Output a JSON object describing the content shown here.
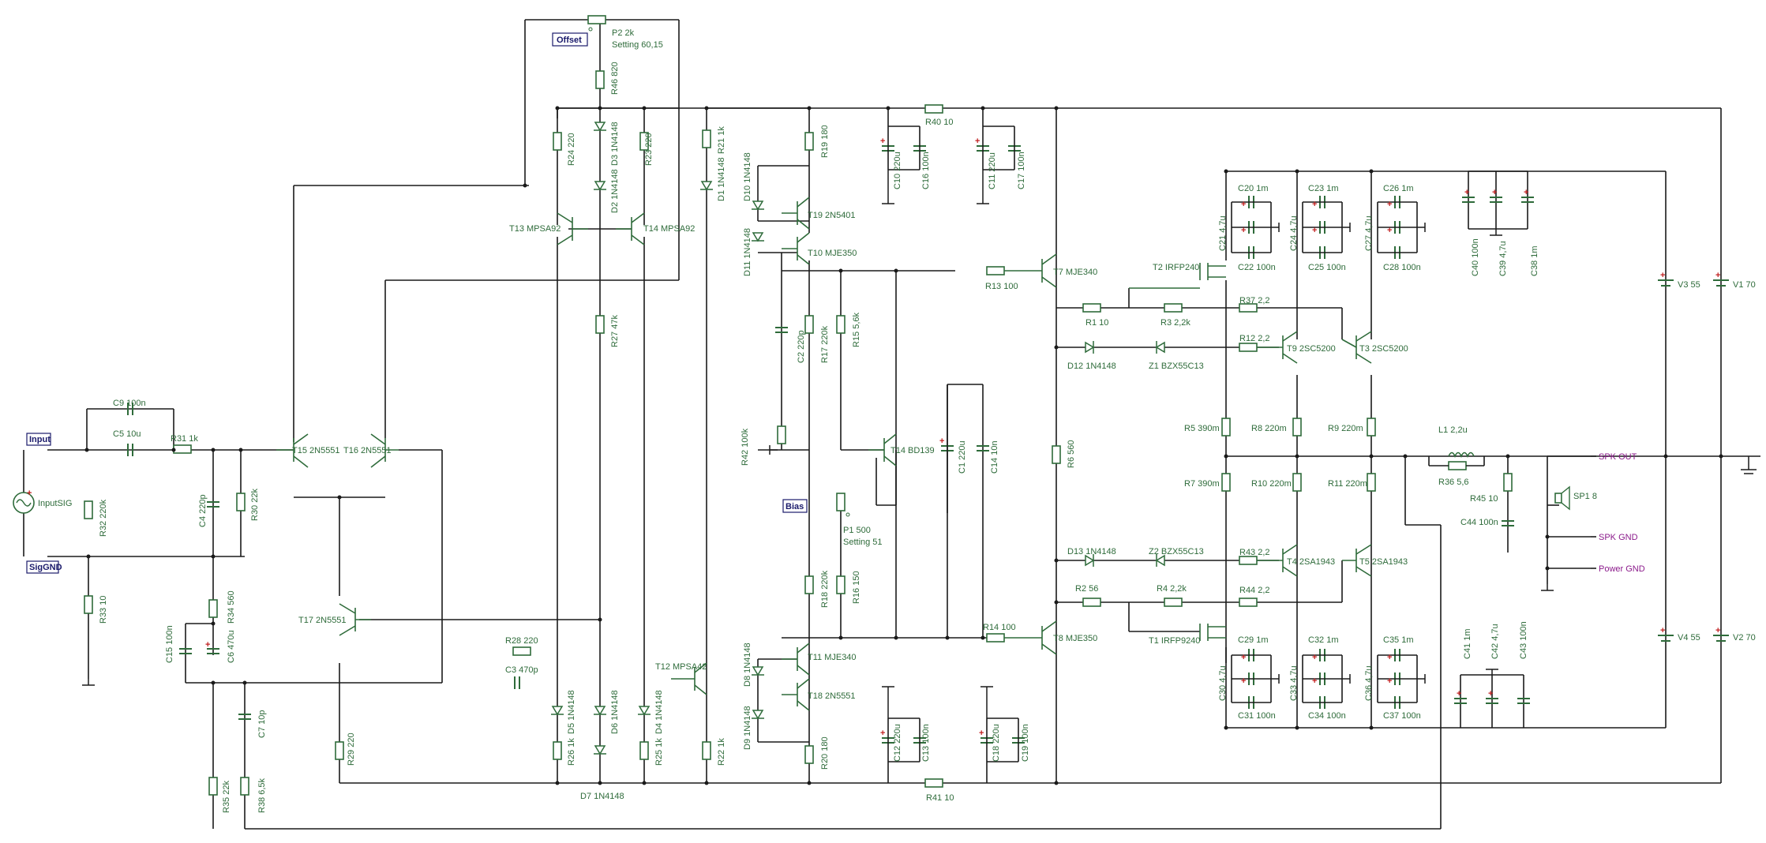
{
  "labels": {
    "offset": "Offset",
    "bias": "Bias",
    "input": "Input",
    "siggnd": "SigGND",
    "inputsig": "InputSIG",
    "spkout": "SPK OUT",
    "spkgnd": "SPK GND",
    "pwrgnd": "Power GND"
  },
  "components": {
    "P2": "P2 2k",
    "P2s": "Setting 60,15",
    "R46": "R46 820",
    "R24": "R24 220",
    "D3": "D3 1N4148",
    "R23": "R23 220",
    "D2": "D2 1N4148",
    "T13": "T13 MPSA92",
    "T14": "T14 MPSA92",
    "R27": "R27 47k",
    "R21": "R21 1k",
    "D1": "D1 1N4148",
    "D10": "D10 1N4148",
    "R19": "R19 180",
    "T19": "T19 2N5401",
    "T10": "T10 MJE350",
    "D11": "D11 1N4148",
    "R40": "R40 10",
    "C10": "C10 220u",
    "C16": "C16 100n",
    "C11": "C11 220u",
    "C17": "C17 100n",
    "C9": "C9 100n",
    "C5": "C5 10u",
    "R31": "R31 1k",
    "R32": "R32 220k",
    "C4": "C4 220p",
    "R30": "R30 22k",
    "R33": "R33 10",
    "T15": "T15 2N5551",
    "T16": "T16 2N5551",
    "C2": "C2 220p",
    "R17": "R17 220k",
    "R15": "R15 5,6k",
    "R13": "R13 100",
    "T7": "T7 MJE340",
    "R42": "R42 100k",
    "T14b": "T14 BD139",
    "C1": "C1 220u",
    "C14": "C14 10n",
    "R6": "R6 560",
    "P1": "P1 500",
    "P1s": "Setting 51",
    "C15": "C15 100n",
    "C6": "C6 470u",
    "R34": "R34 560",
    "T17": "T17 2N5551",
    "R28": "R28 220",
    "C3": "C3 470p",
    "T12": "T12 MPSA42",
    "D8": "D8 1N4148",
    "T11": "T11 MJE340",
    "T18": "T18 2N5551",
    "R18": "R18 220k",
    "R16": "R16 150",
    "R14": "R14 100",
    "T8": "T8 MJE350",
    "C7": "C7 10p",
    "D5": "D5 1N4148",
    "D6": "D6 1N4148",
    "D4": "D4 1N4148",
    "D9": "D9 1N4148",
    "R29": "R29 220",
    "R26": "R26 1k",
    "R25": "R25 1k",
    "R22": "R22 1k",
    "R20": "R20 180",
    "C12": "C12 220u",
    "C13": "C13 100n",
    "C18": "C18 220u",
    "C19": "C19 100n",
    "R35": "R35 22k",
    "R38": "R38 6,5k",
    "D7": "D7 1N4148",
    "R41": "R41 10",
    "C20": "C20 1m",
    "C23": "C23 1m",
    "C26": "C26 1m",
    "C21": "C21 4,7u",
    "C24": "C24 4,7u",
    "C27": "C27 4,7u",
    "C22": "C22 100n",
    "C25": "C25 100n",
    "C28": "C28 100n",
    "C40": "C40 100n",
    "C39": "C39 4,7u",
    "C38": "C38 1m",
    "V3": "V3 55",
    "V1": "V1 70",
    "T2": "T2 IRFP240",
    "R1": "R1 10",
    "R3": "R3 2,2k",
    "R37": "R37 2,2",
    "R12": "R12 2,2",
    "T9": "T9 2SC5200",
    "T3": "T3 2SC5200",
    "D12": "D12 1N4148",
    "Z1": "Z1 BZX55C13",
    "R5": "R5 390m",
    "R8": "R8 220m",
    "R9": "R9 220m",
    "L1": "L1 2,2u",
    "R36": "R36 5,6",
    "R7": "R7 390m",
    "R10": "R10 220m",
    "R11": "R11 220m",
    "R45": "R45 10",
    "SP1": "SP1 8",
    "C44": "C44 100n",
    "D13": "D13 1N4148",
    "Z2": "Z2 BZX55C13",
    "R43": "R43 2,2",
    "T4": "T4 2SA1943",
    "T5": "T5 2SA1943",
    "R2": "R2 56",
    "R4": "R4 2,2k",
    "R44": "R44 2,2",
    "T1": "T1 IRFP9240",
    "C29": "C29 1m",
    "C32": "C32 1m",
    "C35": "C35 1m",
    "C30": "C30 4,7u",
    "C33": "C33 4,7u",
    "C36": "C36 4,7u",
    "C31": "C31 100n",
    "C34": "C34 100n",
    "C37": "C37 100n",
    "C41": "C41 1m",
    "C42": "C42 4,7u",
    "C43": "C43 100n",
    "V4": "V4 55",
    "V2": "V2 70"
  }
}
